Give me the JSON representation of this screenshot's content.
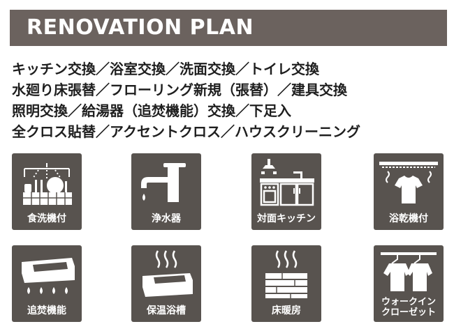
{
  "banner": {
    "title": "RENOVATION PLAN"
  },
  "features": [
    "キッチン交換／浴室交換／洗面交換／トイレ交換",
    "水廻り床張替／フローリング新規（張替）／建具交換",
    "照明交換／給湯器（追焚機能）交換／下足入",
    "全クロス貼替／アクセントクロス／ハウスクリーニング"
  ],
  "tiles": [
    {
      "label": "食洗機付",
      "icon": "dishwasher-icon"
    },
    {
      "label": "浄水器",
      "icon": "water-faucet-icon"
    },
    {
      "label": "対面キッチン",
      "icon": "kitchen-icon"
    },
    {
      "label": "浴乾機付",
      "icon": "bathroom-dryer-icon"
    },
    {
      "label": "追焚機能",
      "icon": "bathtub-reheat-icon"
    },
    {
      "label": "保温浴槽",
      "icon": "insulated-bathtub-icon"
    },
    {
      "label": "床暖房",
      "icon": "floor-heating-icon"
    },
    {
      "label_line1": "ウォークイン",
      "label_line2": "クローゼット",
      "icon": "walk-in-closet-icon"
    }
  ],
  "colors": {
    "banner": "#6b625e",
    "tile": "#58534f",
    "text": "#1e1e1e",
    "icon": "#ffffff"
  }
}
